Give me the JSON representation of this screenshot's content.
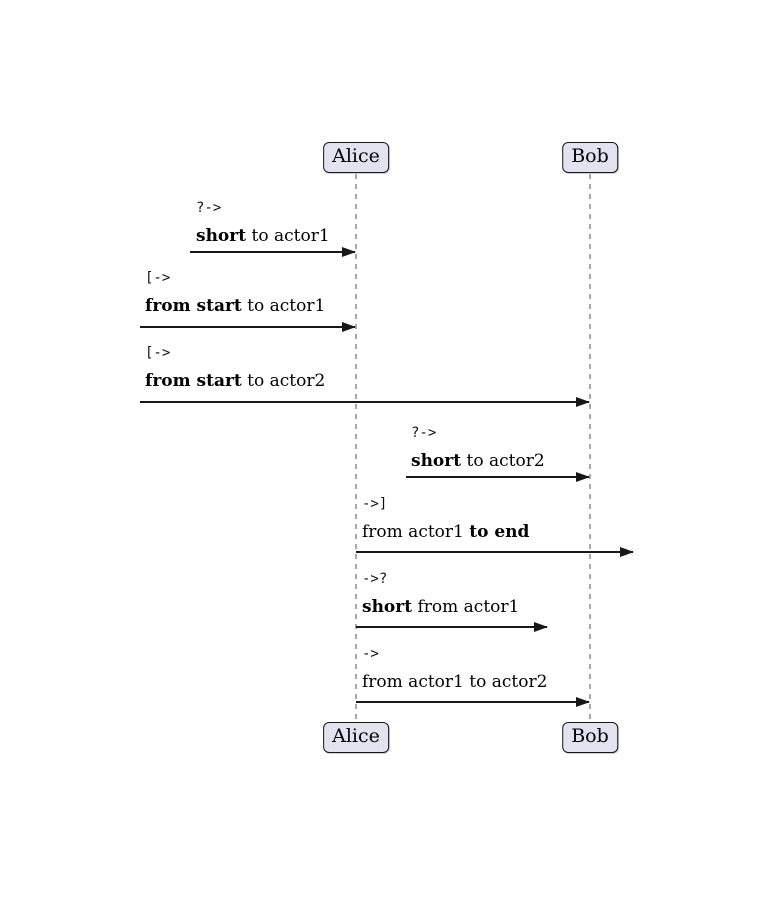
{
  "diagram_type": "sequence-diagram",
  "actors": [
    {
      "name": "Alice"
    },
    {
      "name": "Bob"
    }
  ],
  "messages": [
    {
      "code": "?->",
      "label": {
        "pre": "",
        "bold": "short",
        "post": " to actor1"
      }
    },
    {
      "code": "[->",
      "label": {
        "pre": "",
        "bold": "from start",
        "post": " to actor1"
      }
    },
    {
      "code": "[->",
      "label": {
        "pre": "",
        "bold": "from start",
        "post": " to actor2"
      }
    },
    {
      "code": "?->",
      "label": {
        "pre": "",
        "bold": "short",
        "post": " to actor2"
      }
    },
    {
      "code": "->]",
      "label": {
        "pre": "from actor1 ",
        "bold": "to end",
        "post": ""
      }
    },
    {
      "code": "->?",
      "label": {
        "pre": "",
        "bold": "short",
        "post": " from actor1"
      }
    },
    {
      "code": "->",
      "label": {
        "pre": "from actor1 to actor2",
        "bold": "",
        "post": ""
      }
    }
  ],
  "colors": {
    "background": "#FFFFFF",
    "actor_fill": "#E2E2F0",
    "actor_border": "#181818",
    "lifeline": "#A8A8A8",
    "arrow": "#181818"
  }
}
